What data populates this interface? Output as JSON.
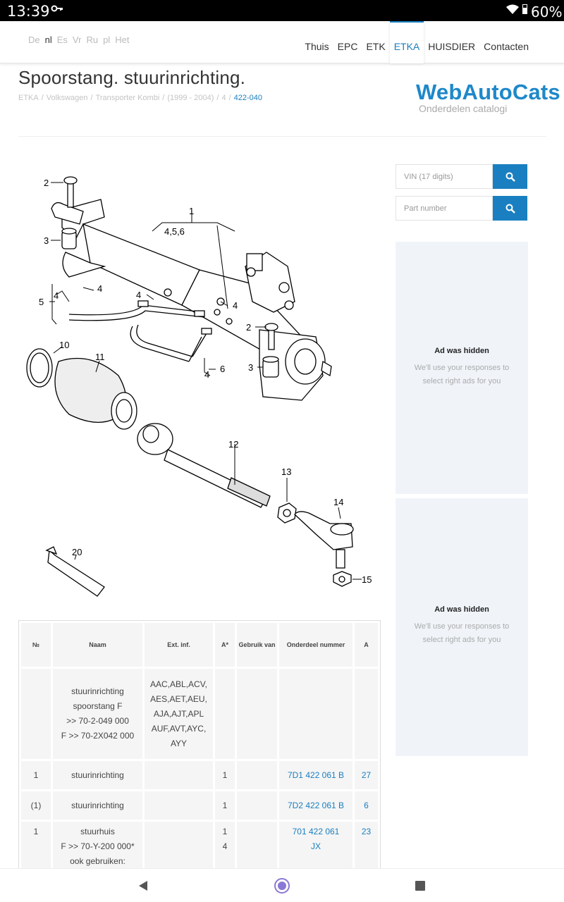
{
  "status": {
    "time": "13:39",
    "battery": "60%"
  },
  "languages": [
    {
      "label": "De",
      "active": false
    },
    {
      "label": "nl",
      "active": true
    },
    {
      "label": "Es",
      "active": false
    },
    {
      "label": "Vr",
      "active": false
    },
    {
      "label": "Ru",
      "active": false
    },
    {
      "label": "pl",
      "active": false
    },
    {
      "label": "Het",
      "active": false
    }
  ],
  "menu": [
    "Thuis",
    "EPC",
    "ETK",
    "ETKA",
    "HUISDIER",
    "Contacten"
  ],
  "menu_active": "ETKA",
  "page": {
    "title": "Spoorstang. stuurinrichting.",
    "breadcrumb": [
      "ETKA",
      "Volkswagen",
      "Transporter Kombi",
      "(1999 - 2004)",
      "4",
      "422-040"
    ]
  },
  "brand": {
    "name": "WebAutoCats",
    "subtitle": "Onderdelen catalogi"
  },
  "search": {
    "vin_placeholder": "VIN (17 digits)",
    "part_placeholder": "Part number"
  },
  "ads": [
    {
      "title": "Ad was hidden",
      "line1": "We'll use your responses to",
      "line2": "select right ads for you"
    },
    {
      "title": "Ad was hidden",
      "line1": "We'll use your responses to",
      "line2": "select right ads for you"
    }
  ],
  "diagram_labels": [
    "1",
    "4,5,6",
    "2",
    "3",
    "4",
    "5",
    "4",
    "4",
    "4",
    "2",
    "3",
    "10",
    "11",
    "4",
    "6",
    "12",
    "13",
    "14",
    "20",
    "15"
  ],
  "table": {
    "headers": [
      "№",
      "Naam",
      "Ext. inf.",
      "A*",
      "Gebruik van",
      "Onderdeel nummer",
      "A"
    ],
    "rows": [
      {
        "no": "",
        "name": [
          "stuurinrichting",
          "spoorstang F",
          ">> 70-2-049 000",
          "F >> 70-2X042 000"
        ],
        "ext": [
          "AAC,ABL,ACV,",
          "AES,AET,AEU,",
          "AJA,AJT,APL",
          "AUF,AVT,AYC,",
          "AYY"
        ],
        "a_star": [],
        "usage": "",
        "part": [],
        "a": ""
      },
      {
        "no": "1",
        "name": [
          "stuurinrichting"
        ],
        "ext": [],
        "a_star": [
          "1"
        ],
        "usage": "",
        "part": [
          "7D1 422 061 B"
        ],
        "a": "27"
      },
      {
        "no": "(1)",
        "name": [
          "stuurinrichting"
        ],
        "ext": [],
        "a_star": [
          "1"
        ],
        "usage": "",
        "part": [
          "7D2 422 061 B"
        ],
        "a": "6"
      },
      {
        "no": "1",
        "name": [
          "stuurhuis",
          "F >> 70-Y-200 000*",
          "ook gebruiken:"
        ],
        "ext": [],
        "a_star": [
          "1",
          "",
          "4"
        ],
        "usage": "",
        "part": [
          "701 422 061",
          "JX"
        ],
        "a": "23"
      }
    ]
  },
  "colors": {
    "accent": "#1a7fc0",
    "brand": "#1e88c9",
    "ad_bg": "#f0f4f9"
  },
  "icons": [
    "key-icon",
    "wifi-icon",
    "battery-icon",
    "search-icon",
    "back-icon",
    "home-icon",
    "recents-icon"
  ]
}
